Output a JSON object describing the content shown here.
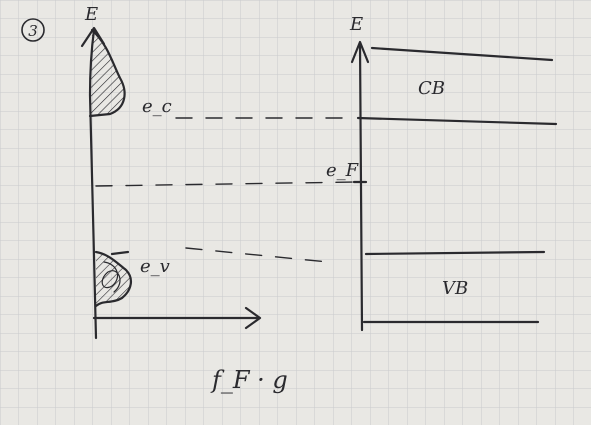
{
  "diagram": {
    "number": "3",
    "left_panel": {
      "axis_label_y": "E",
      "axis_label_x": "f_F · g",
      "label_conduction": "e_c",
      "label_valence": "e_v"
    },
    "right_panel": {
      "axis_label_y": "E",
      "fermi_label": "e_F",
      "band_conduction": "CB",
      "band_valence": "VB"
    },
    "colors": {
      "paper": "#e9e8e4",
      "grid": "#c9cacd",
      "ink": "#2a2a2e"
    }
  }
}
